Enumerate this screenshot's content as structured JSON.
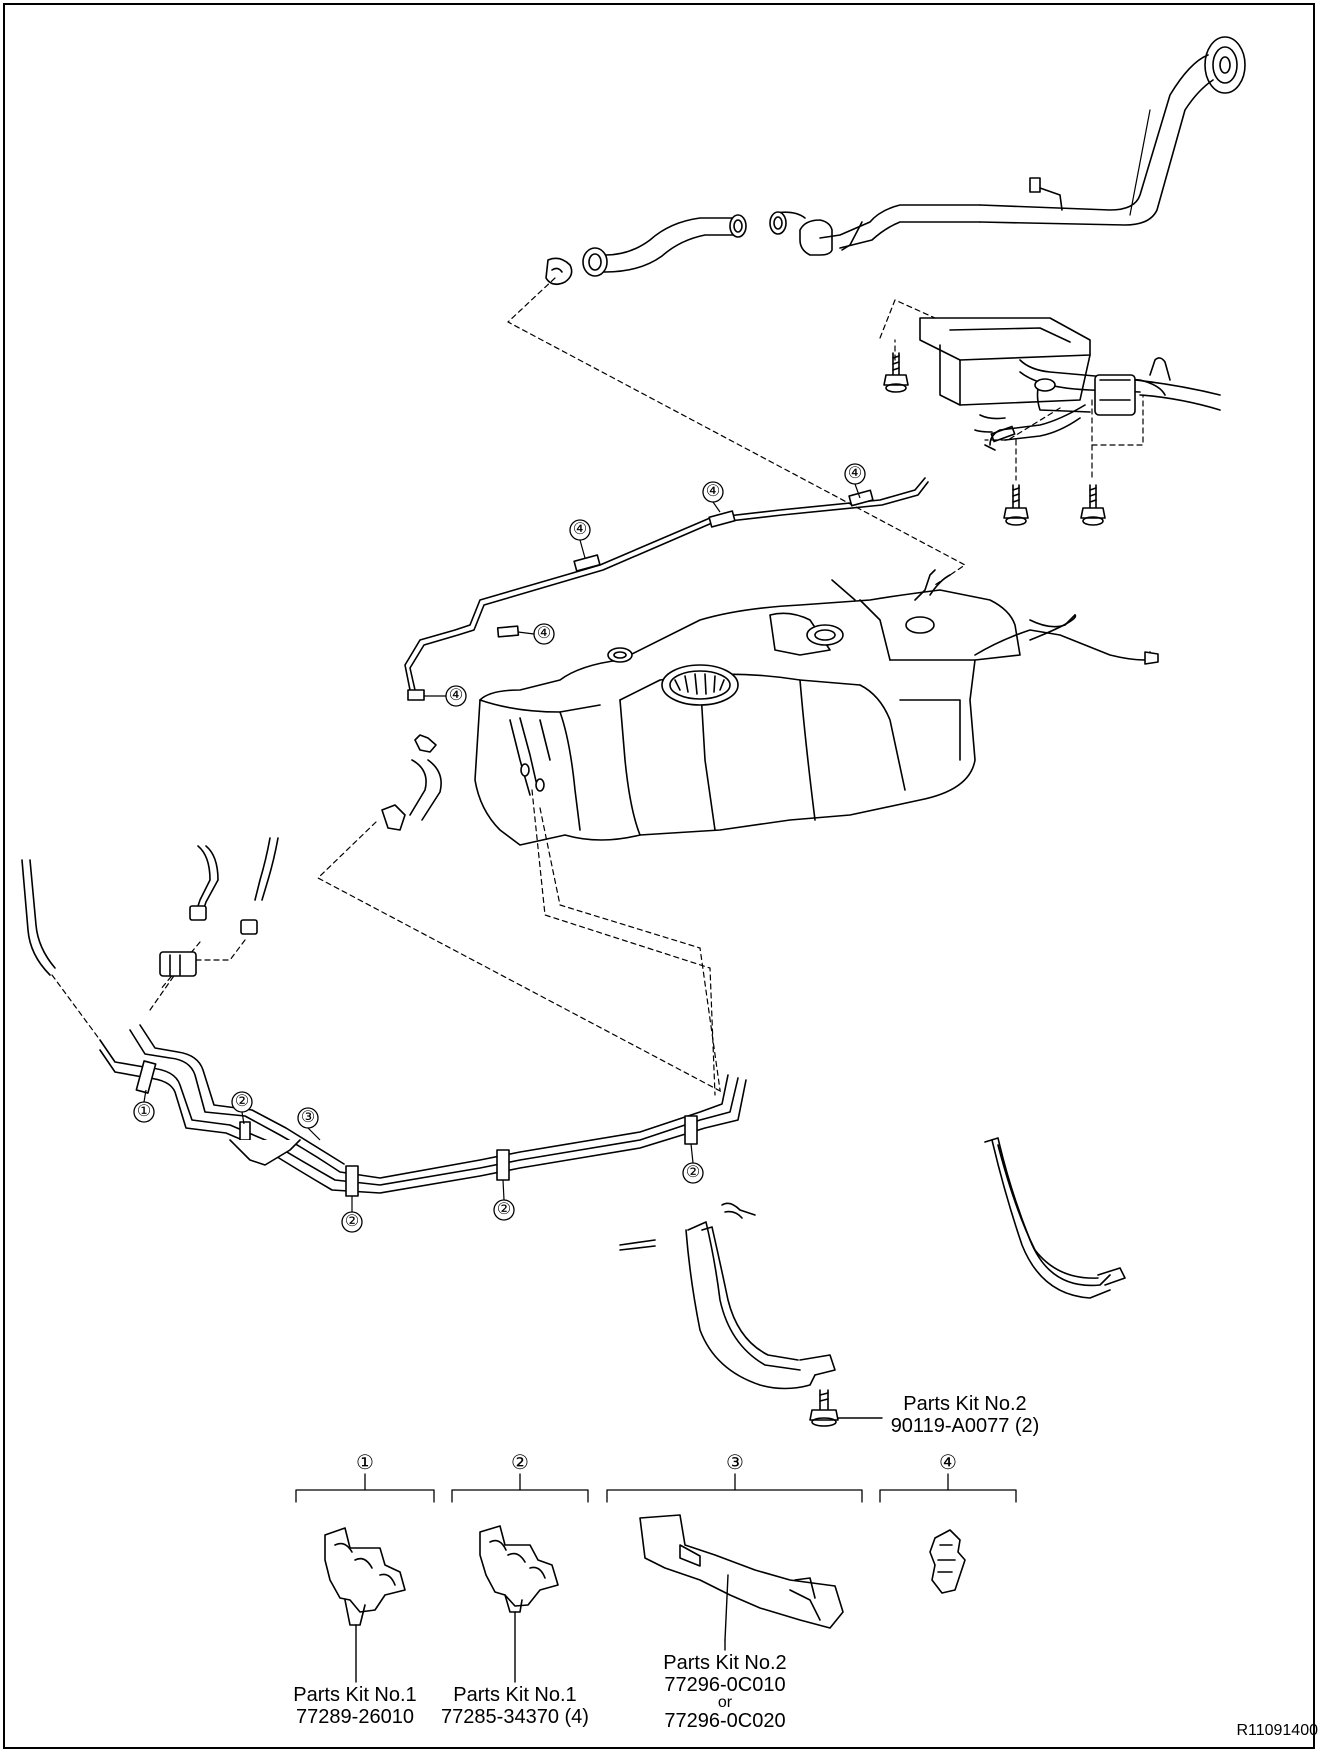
{
  "callout_markers": {
    "one": "①",
    "two": "②",
    "three": "③",
    "four": "④"
  },
  "kit_labels": [
    {
      "marker": "①",
      "line1": "Parts Kit No.1",
      "line2": "77289-26010"
    },
    {
      "marker": "②",
      "line1": "Parts Kit No.1",
      "line2": "77285-34370 (4)"
    },
    {
      "marker": "③",
      "line1": "Parts Kit No.2",
      "line2": "77296-0C010",
      "line3": "or",
      "line4": "77296-0C020"
    },
    {
      "marker": "④"
    }
  ],
  "bolt_label": {
    "line1": "Parts Kit No.2",
    "line2": "90119-A0077 (2)"
  },
  "figure_code": "R11091400"
}
